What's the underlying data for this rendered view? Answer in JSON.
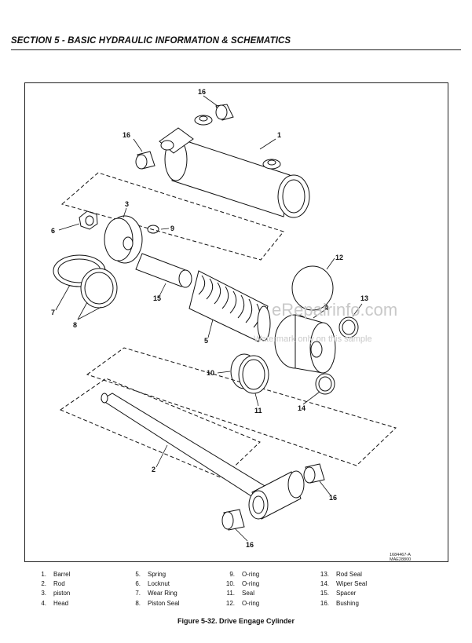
{
  "section_title": "SECTION 5 - BASIC HYDRAULIC INFORMATION & SCHEMATICS",
  "figure": {
    "caption": "Figure 5-32.  Drive Engage Cylinder",
    "reference_code_1": "1684467-A",
    "reference_code_2": "MAE28800",
    "watermark_main": "eRepairinfo.com",
    "watermark_sub": "Watermark only on this sample",
    "callouts": {
      "c16a": "16",
      "c16b": "16",
      "c1": "1",
      "c3": "3",
      "c6": "6",
      "c9": "9",
      "c12": "12",
      "c7": "7",
      "c8": "8",
      "c15": "15",
      "c13": "13",
      "c4": "4",
      "c5": "5",
      "c10": "10",
      "c11": "11",
      "c14": "14",
      "c2": "2",
      "c16c": "16",
      "c16d": "16"
    }
  },
  "legend": [
    [
      {
        "num": "1.",
        "label": "Barrel"
      },
      {
        "num": "2.",
        "label": "Rod"
      },
      {
        "num": "3.",
        "label": "piston"
      },
      {
        "num": "4.",
        "label": "Head"
      }
    ],
    [
      {
        "num": "5.",
        "label": "Spring"
      },
      {
        "num": "6.",
        "label": "Locknut"
      },
      {
        "num": "7.",
        "label": "Wear Ring"
      },
      {
        "num": "8.",
        "label": "Piston Seal"
      }
    ],
    [
      {
        "num": "9.",
        "label": "O-ring"
      },
      {
        "num": "10.",
        "label": "O-ring"
      },
      {
        "num": "11.",
        "label": "Seal"
      },
      {
        "num": "12.",
        "label": "O-ring"
      }
    ],
    [
      {
        "num": "13.",
        "label": "Rod Seal"
      },
      {
        "num": "14.",
        "label": "Wiper Seal"
      },
      {
        "num": "15.",
        "label": "Spacer"
      },
      {
        "num": "16.",
        "label": "Bushing"
      }
    ]
  ]
}
